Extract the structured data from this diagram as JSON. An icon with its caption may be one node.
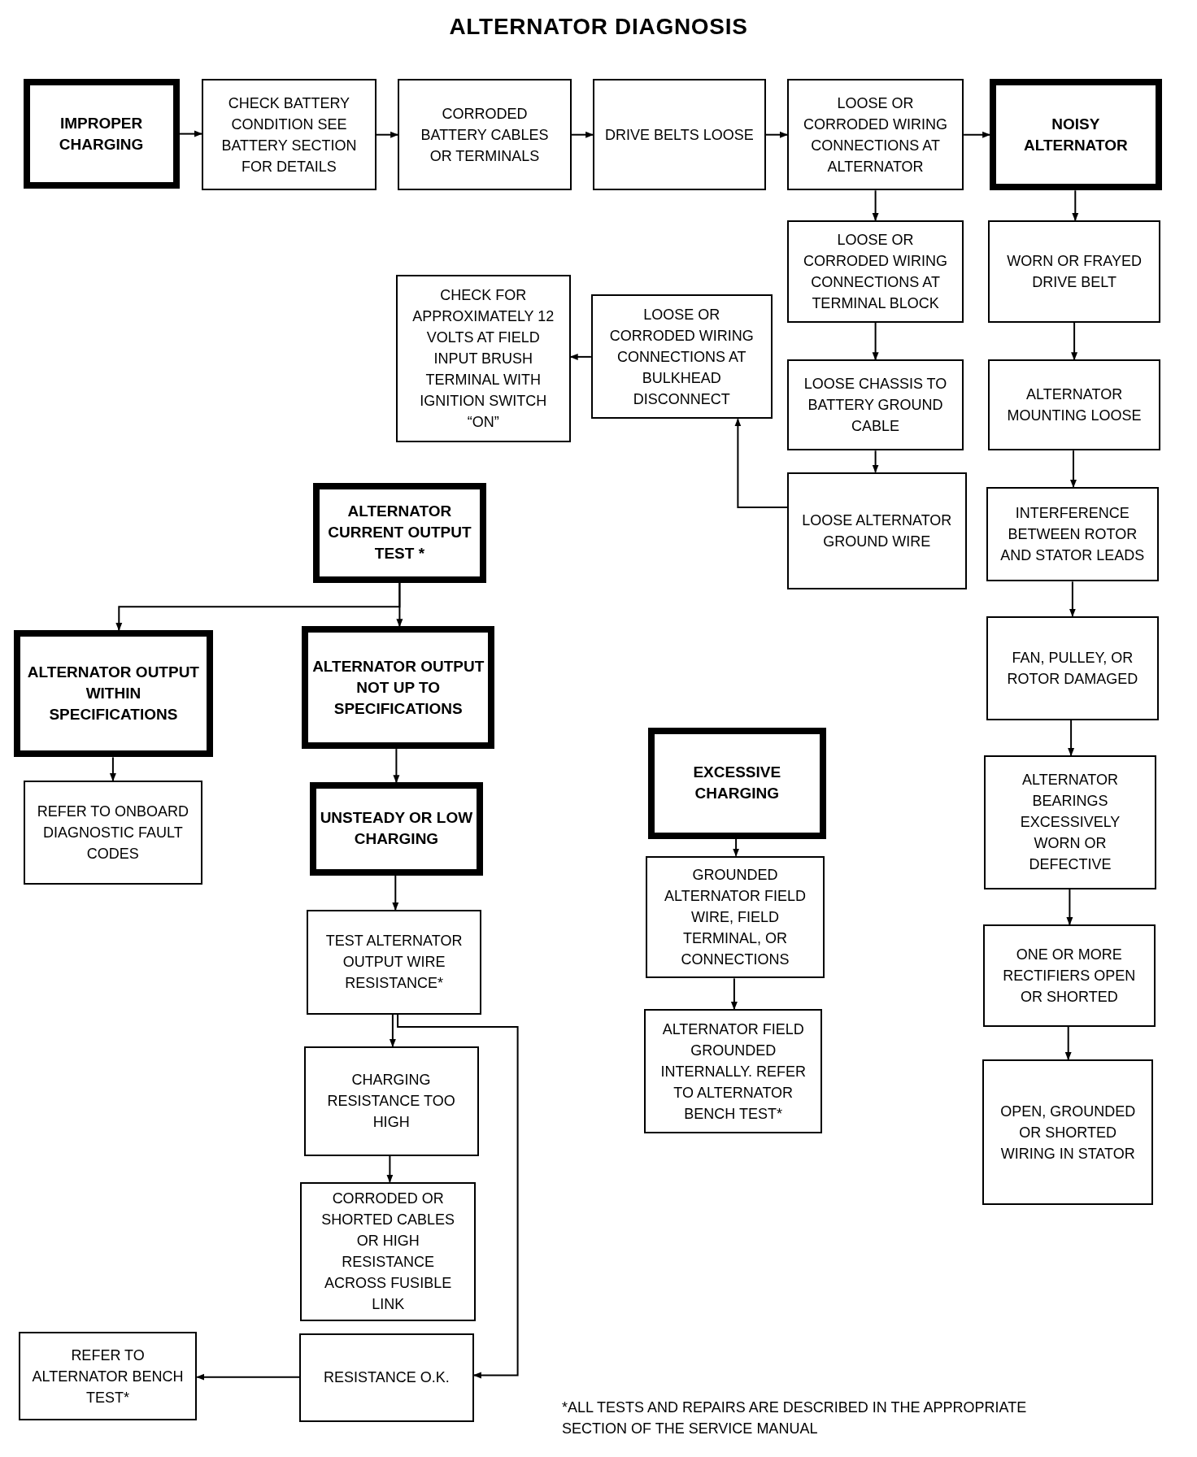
{
  "diagram": {
    "title": "ALTERNATOR DIAGNOSIS",
    "nodes": [
      {
        "text": [
          "IMPROPER CHARGING"
        ]
      },
      {
        "text": [
          "CHECK BATTERY CONDITION SEE BATTERY SECTION FOR DETAILS"
        ]
      },
      {
        "text": [
          "CORRODED BATTERY CABLES OR TERMINALS"
        ]
      },
      {
        "text": [
          "DRIVE BELTS LOOSE"
        ]
      },
      {
        "text": [
          "LOOSE OR CORRODED WIRING CONNECTIONS AT ALTERNATOR"
        ]
      },
      {
        "text": [
          "NOISY ALTERNATOR"
        ]
      },
      {
        "text": [
          "LOOSE OR CORRODED WIRING CONNECTIONS AT TERMINAL BLOCK"
        ]
      },
      {
        "text": [
          "WORN OR FRAYED DRIVE BELT"
        ]
      },
      {
        "text": [
          "CHECK FOR APPROXIMATELY 12 VOLTS AT FIELD INPUT BRUSH TERMINAL WITH IGNITION SWITCH “ON”"
        ]
      },
      {
        "text": [
          "LOOSE OR CORRODED WIRING CONNECTIONS AT BULKHEAD DISCONNECT"
        ]
      },
      {
        "text": [
          "LOOSE CHASSIS TO BATTERY GROUND CABLE"
        ]
      },
      {
        "text": [
          "ALTERNATOR MOUNTING LOOSE"
        ]
      },
      {
        "text": [
          "ALTERNATOR CURRENT OUTPUT TEST *"
        ]
      },
      {
        "text": [
          "LOOSE ALTERNATOR GROUND WIRE"
        ]
      },
      {
        "text": [
          "INTERFERENCE BETWEEN ROTOR AND STATOR LEADS"
        ]
      },
      {
        "text": [
          "ALTERNATOR OUTPUT WITHIN SPECIFICATIONS"
        ]
      },
      {
        "text": [
          "ALTERNATOR OUTPUT NOT UP TO SPECIFICATIONS"
        ]
      },
      {
        "text": [
          "FAN, PULLEY, OR ROTOR DAMAGED"
        ]
      },
      {
        "text": [
          "EXCESSIVE CHARGING"
        ]
      },
      {
        "text": [
          "ALTERNATOR BEARINGS EXCESSIVELY WORN OR DEFECTIVE"
        ]
      },
      {
        "text": [
          "REFER TO ONBOARD DIAGNOSTIC FAULT CODES"
        ]
      },
      {
        "text": [
          "UNSTEADY OR LOW CHARGING"
        ]
      },
      {
        "text": [
          "GROUNDED ALTERNATOR FIELD WIRE, FIELD TERMINAL, OR CONNECTIONS"
        ]
      },
      {
        "text": [
          "TEST ALTERNATOR OUTPUT WIRE RESISTANCE*"
        ]
      },
      {
        "text": [
          "ONE OR MORE RECTIFIERS OPEN OR SHORTED"
        ]
      },
      {
        "text": [
          "ALTERNATOR FIELD GROUNDED INTERNALLY. REFER TO ALTERNATOR BENCH TEST*"
        ]
      },
      {
        "text": [
          "CHARGING RESISTANCE TOO HIGH"
        ]
      },
      {
        "text": [
          "OPEN, GROUNDED OR SHORTED WIRING IN STATOR"
        ]
      },
      {
        "text": [
          "CORRODED OR SHORTED CABLES OR HIGH RESISTANCE ACROSS FUSIBLE LINK"
        ]
      },
      {
        "text": [
          "REFER TO ALTERNATOR BENCH TEST*"
        ]
      },
      {
        "text": [
          "RESISTANCE O.K."
        ]
      }
    ],
    "edges": [
      {
        "from": 0,
        "to": 1,
        "arrow": "to"
      },
      {
        "from": 1,
        "to": 2,
        "arrow": "to"
      },
      {
        "from": 2,
        "to": 3,
        "arrow": "to"
      },
      {
        "from": 3,
        "to": 4,
        "arrow": "to"
      },
      {
        "from": 4,
        "to": 5,
        "arrow": "to"
      },
      {
        "from": 4,
        "to": 6,
        "arrow": "to"
      },
      {
        "from": 6,
        "to": 10,
        "arrow": "to"
      },
      {
        "from": 10,
        "to": 13,
        "arrow": "to"
      },
      {
        "from": 13,
        "to": 9,
        "arrow": "to"
      },
      {
        "from": 9,
        "to": 8,
        "arrow": "to"
      },
      {
        "from": 5,
        "to": 7,
        "arrow": "to"
      },
      {
        "from": 7,
        "to": 11,
        "arrow": "to"
      },
      {
        "from": 11,
        "to": 14,
        "arrow": "to"
      },
      {
        "from": 14,
        "to": 17,
        "arrow": "to"
      },
      {
        "from": 17,
        "to": 19,
        "arrow": "to"
      },
      {
        "from": 19,
        "to": 24,
        "arrow": "to"
      },
      {
        "from": 24,
        "to": 27,
        "arrow": "to"
      },
      {
        "from": 12,
        "to": 15,
        "arrow": "to"
      },
      {
        "from": 12,
        "to": 16,
        "arrow": "to"
      },
      {
        "from": 15,
        "to": 20,
        "arrow": "to"
      },
      {
        "from": 16,
        "to": 21,
        "arrow": "to"
      },
      {
        "from": 21,
        "to": 23,
        "arrow": "to"
      },
      {
        "from": 23,
        "to": 26,
        "arrow": "to"
      },
      {
        "from": 23,
        "to": 30,
        "arrow": "to"
      },
      {
        "from": 26,
        "to": 28,
        "arrow": "to"
      },
      {
        "from": 30,
        "to": 29,
        "arrow": "to"
      },
      {
        "from": 18,
        "to": 22,
        "arrow": "to"
      },
      {
        "from": 22,
        "to": 25,
        "arrow": "to"
      }
    ],
    "labels": [
      "*ALL TESTS AND REPAIRS ARE DESCRIBED IN THE APPROPRIATE SECTION OF THE SERVICE MANUAL"
    ]
  }
}
